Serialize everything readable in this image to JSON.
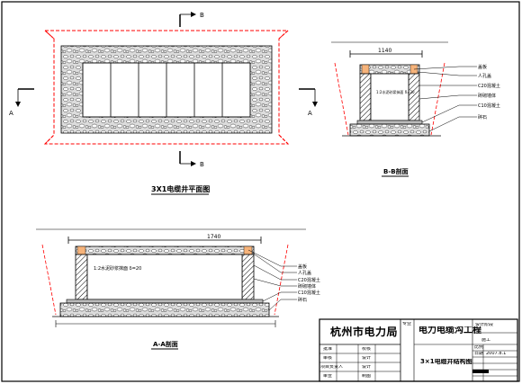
{
  "plan_view": {
    "section_mark_top": "B",
    "section_mark_bottom": "B",
    "section_mark_left": "A",
    "section_mark_right": "A",
    "title": "3X1电缆井平面图"
  },
  "section_b": {
    "dimension": "1140",
    "title": "B-B剖面",
    "inner_label": "1:2水泥砂浆抹面 δ=20",
    "notes": [
      "盖板",
      "人孔盖",
      "C20混凝土",
      "砖砌墙体",
      "C10混凝土",
      "碎石"
    ]
  },
  "section_a": {
    "dimension": "1740",
    "title": "A-A剖面",
    "inner_label": "1:2水泥砂浆抹面 δ=20",
    "notes": [
      "盖板",
      "人孔盖",
      "C20混凝土",
      "砖砌墙体",
      "C10混凝土",
      "碎石"
    ]
  },
  "title_block": {
    "organization": "杭州市电力局",
    "project": "电力电缆沟工程",
    "drawing_name": "3×1电缆井结构图",
    "design_stage_label": "设计阶段",
    "design_stage_value": "施工",
    "scale_label": "比例",
    "date_label": "日期",
    "date": "2007.8.1",
    "roles_left": [
      "批准",
      "审核",
      "项目负责人",
      "审查"
    ],
    "roles_mid": [
      "校核",
      "设计",
      "设计",
      "制图"
    ],
    "corner_label": "专业"
  },
  "colors": {
    "line": "#000000",
    "dimension": "#ff0000",
    "gravel": "#7a7a7a"
  }
}
